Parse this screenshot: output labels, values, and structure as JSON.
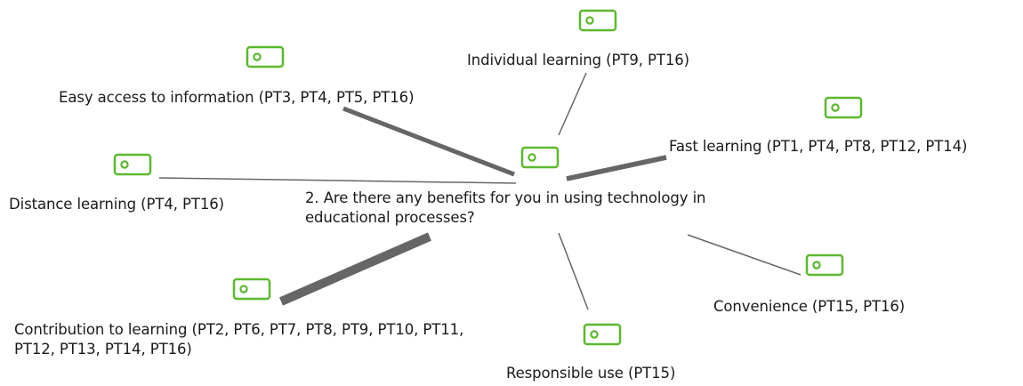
{
  "diagram": {
    "center": {
      "question": "2. Are there any benefits for you in using technology in educational processes?",
      "icon": "code-icon"
    },
    "nodes": [
      {
        "label": "Individual learning (PT9, PT16)",
        "icon": "code-icon"
      },
      {
        "label": "Easy access to information (PT3, PT4, PT5, PT16)",
        "icon": "code-icon"
      },
      {
        "label": "Fast learning (PT1, PT4, PT8, PT12, PT14)",
        "icon": "code-icon"
      },
      {
        "label": "Distance learning (PT4, PT16)",
        "icon": "code-icon"
      },
      {
        "label": "Convenience (PT15, PT16)",
        "icon": "code-icon"
      },
      {
        "label": "Contribution to learning (PT2, PT6, PT7, PT8, PT9, PT10, PT11, PT12, PT13, PT14, PT16)",
        "icon": "code-icon"
      },
      {
        "label": "Responsible use (PT15)",
        "icon": "code-icon"
      }
    ],
    "colors": {
      "icon": "#5cb82e",
      "connector": "#666666"
    }
  }
}
